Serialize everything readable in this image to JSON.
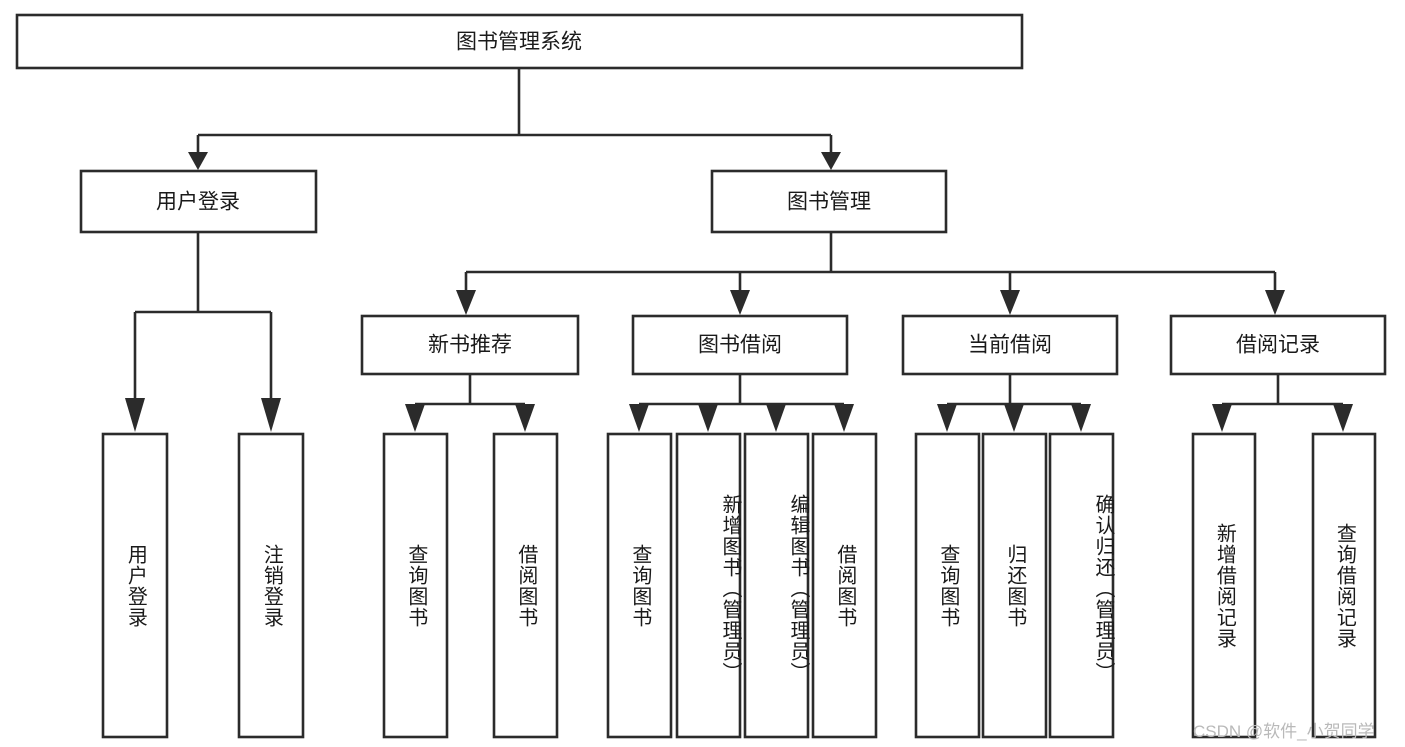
{
  "diagram": {
    "type": "tree",
    "title": "图书管理系统",
    "orientation": "top-down",
    "edge_style": "orthogonal-arrow",
    "colors": {
      "box_fill": "#ffffff",
      "box_stroke": "#2b2b2b",
      "text": "#1a1a1a",
      "background": "#ffffff",
      "watermark": "#b9b9b9"
    },
    "levels": {
      "root": {
        "label": "图书管理系统"
      },
      "level2": [
        {
          "label": "用户登录"
        },
        {
          "label": "图书管理"
        }
      ],
      "level3": [
        {
          "label": "新书推荐"
        },
        {
          "label": "图书借阅"
        },
        {
          "label": "当前借阅"
        },
        {
          "label": "借阅记录"
        }
      ],
      "leaves_user_login": [
        {
          "label": "用户登录"
        },
        {
          "label": "注销登录"
        }
      ],
      "leaves_new_book": [
        {
          "label": "查询图书"
        },
        {
          "label": "借阅图书"
        }
      ],
      "leaves_borrow": [
        {
          "label": "查询图书"
        },
        {
          "label": "新增图书（管理员）"
        },
        {
          "label": "编辑图书（管理员）"
        },
        {
          "label": "借阅图书"
        }
      ],
      "leaves_current": [
        {
          "label": "查询图书"
        },
        {
          "label": "归还图书"
        },
        {
          "label": "确认归还（管理员）"
        }
      ],
      "leaves_records": [
        {
          "label": "新增借阅记录"
        },
        {
          "label": "查询借阅记录"
        }
      ]
    }
  },
  "watermark": {
    "text": "CSDN @软件_小贺同学"
  }
}
